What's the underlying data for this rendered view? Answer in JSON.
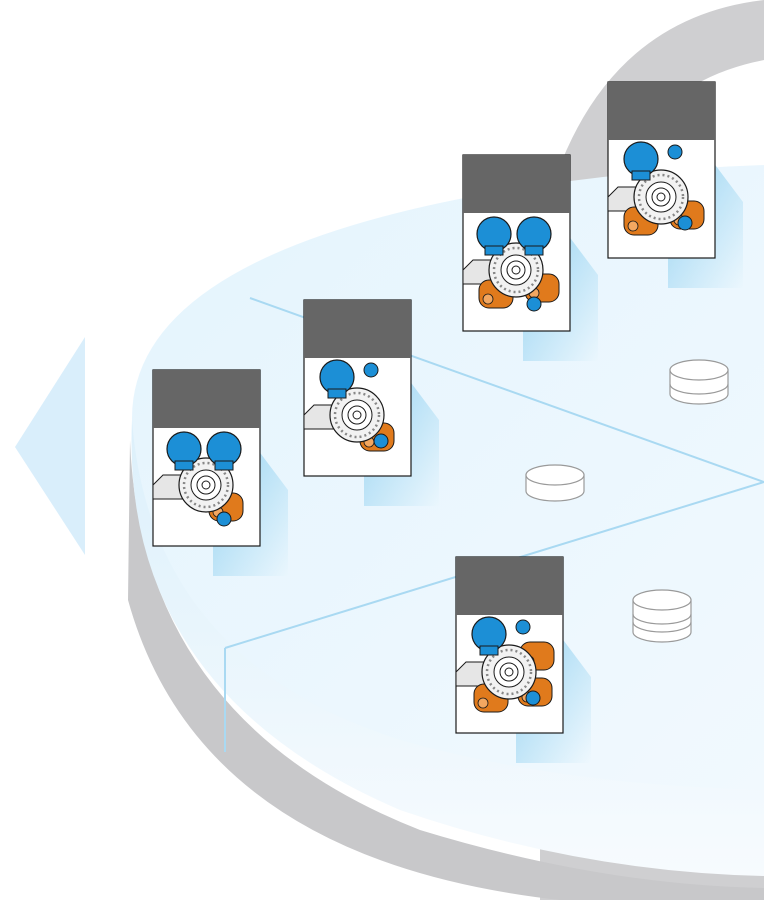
{
  "colors": {
    "background": "#ffffff",
    "shadow_ring": "#cfcfd1",
    "platter_top": "#e9f6fd",
    "platter_edge": "#d4ecf9",
    "platter_line": "#a9d9f2",
    "card_header": "#666666",
    "card_body": "#ffffff",
    "card_shadow": "#8fd0f0",
    "blue_part": "#1c8fd6",
    "orange_part": "#e07a1c",
    "outline": "#1a1a1a",
    "disc_fill": "#ffffff",
    "disc_stroke": "#9a9a9a",
    "arrow": "#d9eefb"
  },
  "nodes": [
    {
      "id": "module-1",
      "variant": "two-blue-one-orange"
    },
    {
      "id": "module-2",
      "variant": "one-blue-one-orange"
    },
    {
      "id": "module-3",
      "variant": "two-blue-two-orange"
    },
    {
      "id": "module-4",
      "variant": "one-blue-two-orange"
    },
    {
      "id": "module-5",
      "variant": "one-blue-three-orange"
    }
  ],
  "stacks": [
    {
      "id": "disc-stack-1",
      "layers": 1
    },
    {
      "id": "disc-stack-2",
      "layers": 2
    },
    {
      "id": "disc-stack-3",
      "layers": 3
    }
  ],
  "icons": {
    "module": "instrument-module-icon",
    "stack": "disc-stack-icon",
    "arrow": "left-arrow-icon"
  }
}
